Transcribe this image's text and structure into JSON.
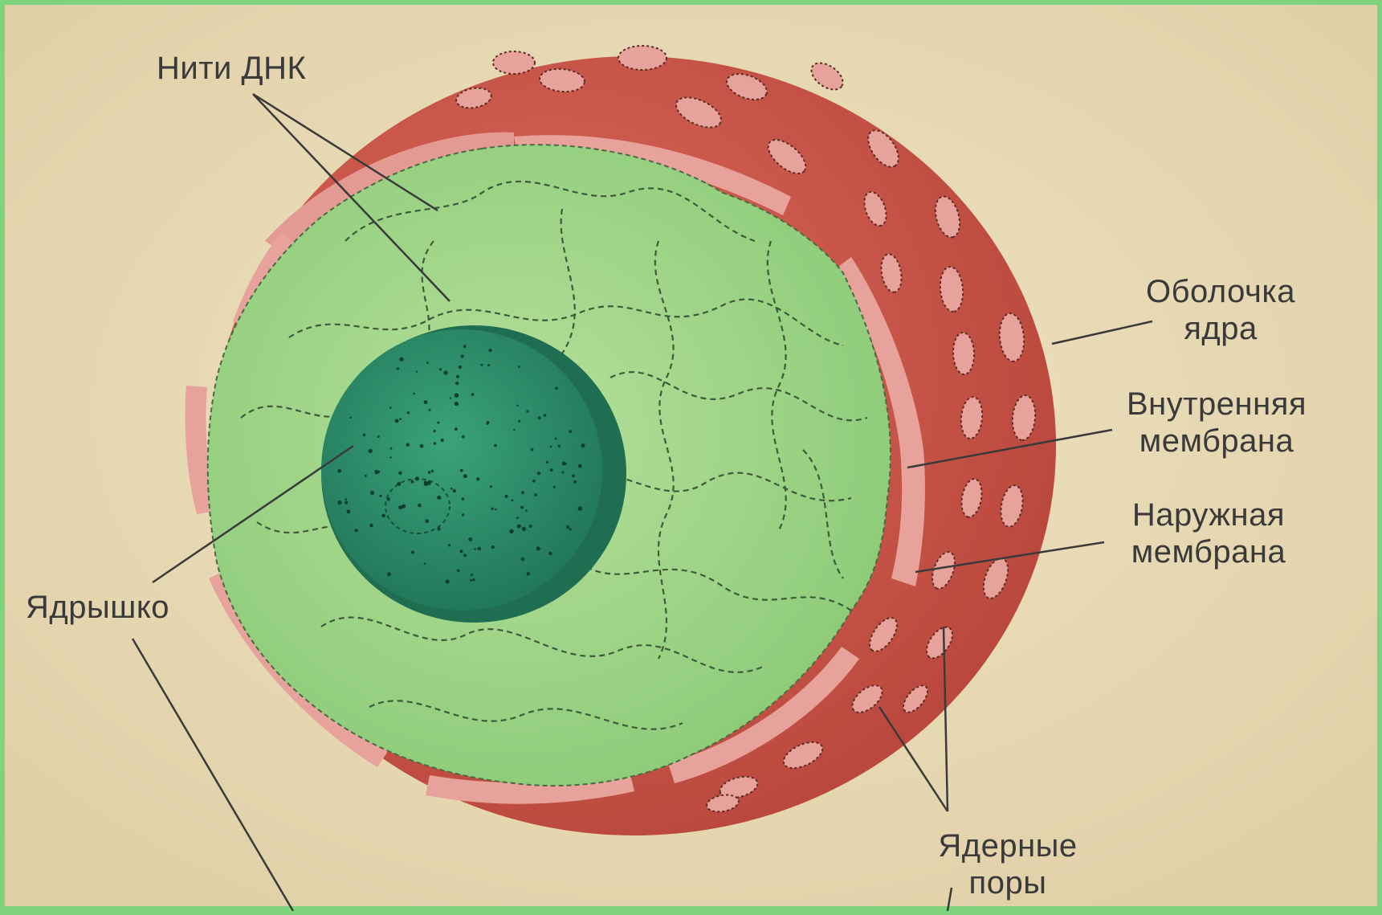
{
  "labels": {
    "dna_threads": "Нити  ДНК",
    "envelope_line1": "Оболочка",
    "envelope_line2": "ядра",
    "inner_line1": "Внутренняя",
    "inner_line2": "мембрана",
    "outer_line1": "Наружная",
    "outer_line2": "мембрана",
    "nucleolus": "Ядрышко",
    "pores_line1": "Ядерные",
    "pores_line2": "поры"
  },
  "colors": {
    "frame": "#7ed37c",
    "paper": "#e9dcb8",
    "envelope": "#cf5a4c",
    "envelope_dark": "#b8453c",
    "membrane_light": "#e39a93",
    "nucleoplasm": "#9fd48a",
    "nucleolus": "#2f8f6a",
    "dna_line": "#3f5a3a",
    "leader_line": "#3a3a3a"
  }
}
